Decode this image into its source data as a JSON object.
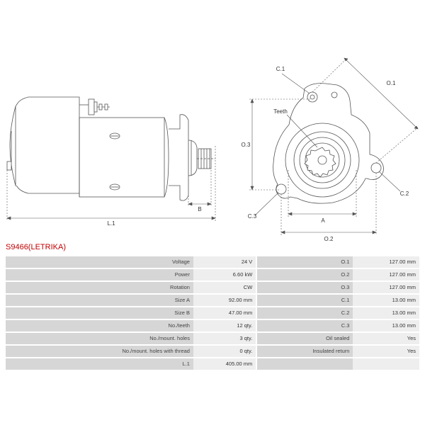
{
  "title": "S9466(LETRIKA)",
  "drawing_labels": {
    "l1": "L.1",
    "b": "B",
    "o1": "O.1",
    "o2": "O.2",
    "o3": "O.3",
    "a": "A",
    "c1": "C.1",
    "c2": "C.2",
    "c3": "C.3",
    "teeth": "Teeth"
  },
  "specs": [
    {
      "label": "Voltage",
      "value": "24 V",
      "label2": "O.1",
      "value2": "127.00 mm"
    },
    {
      "label": "Power",
      "value": "6.60 kW",
      "label2": "O.2",
      "value2": "127.00 mm"
    },
    {
      "label": "Rotation",
      "value": "CW",
      "label2": "O.3",
      "value2": "127.00 mm"
    },
    {
      "label": "Size A",
      "value": "92.00 mm",
      "label2": "C.1",
      "value2": "13.00 mm"
    },
    {
      "label": "Size B",
      "value": "47.00 mm",
      "label2": "C.2",
      "value2": "13.00 mm"
    },
    {
      "label": "No./teeth",
      "value": "12 qty.",
      "label2": "C.3",
      "value2": "13.00 mm"
    },
    {
      "label": "No./mount. holes",
      "value": "3 qty.",
      "label2": "Oil sealed",
      "value2": "Yes"
    },
    {
      "label": "No./mount. holes with thread",
      "value": "0 qty.",
      "label2": "Insulated return",
      "value2": "Yes"
    },
    {
      "label": "L.1",
      "value": "405.00 mm",
      "label2": "",
      "value2": ""
    }
  ]
}
